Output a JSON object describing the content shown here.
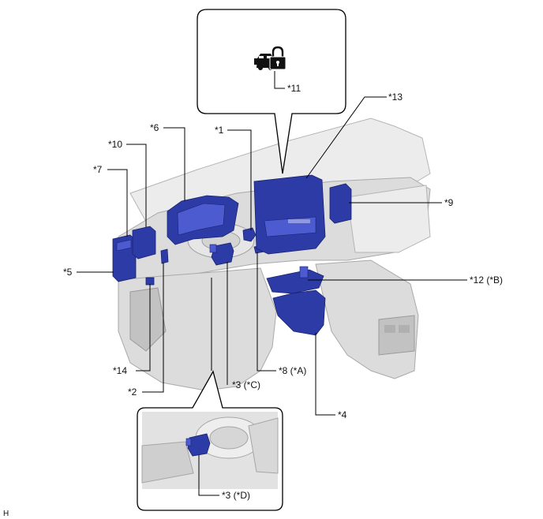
{
  "labels": {
    "l1": "*1",
    "l2": "*2",
    "l3c": "*3 (*C)",
    "l3d": "*3 (*D)",
    "l4": "*4",
    "l5": "*5",
    "l6": "*6",
    "l7": "*7",
    "l8": "*8 (*A)",
    "l9": "*9",
    "l10": "*10",
    "l11": "*11",
    "l12": "*12 (*B)",
    "l13": "*13",
    "l14": "*14"
  },
  "corner_code": "H",
  "icons": {
    "callout_icon": "vehicle-lock-icon"
  },
  "colors": {
    "component": "#2d3ba6",
    "dashboard": "#dcdcdc",
    "leader_line": "#000000"
  }
}
